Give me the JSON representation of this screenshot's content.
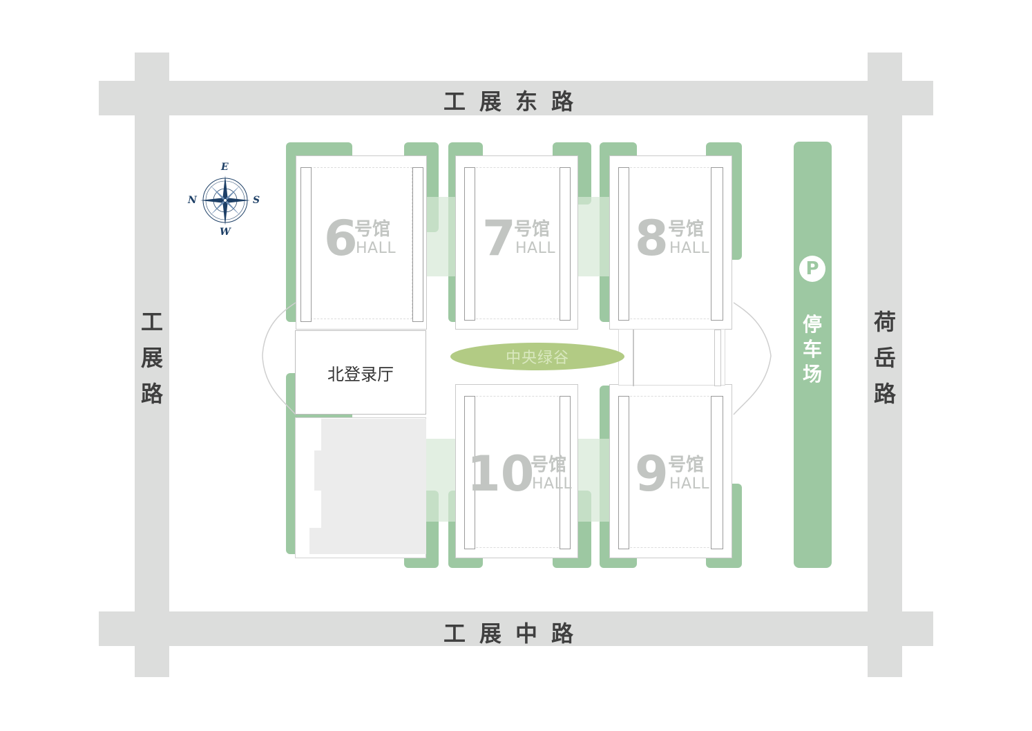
{
  "roads": {
    "top": "工展东路",
    "bottom": "工展中路",
    "left": "工展路",
    "right": "荷岳路"
  },
  "compass": {
    "top": "E",
    "left": "N",
    "right": "S",
    "bottom": "W"
  },
  "halls": [
    {
      "id": "6",
      "num": "6",
      "cn": "号馆",
      "en": "HALL"
    },
    {
      "id": "7",
      "num": "7",
      "cn": "号馆",
      "en": "HALL"
    },
    {
      "id": "8",
      "num": "8",
      "cn": "号馆",
      "en": "HALL"
    },
    {
      "id": "10",
      "num": "10",
      "cn": "号馆",
      "en": "HALL"
    },
    {
      "id": "9",
      "num": "9",
      "cn": "号馆",
      "en": "HALL"
    }
  ],
  "lobby": "北登录厅",
  "central_valley": "中央绿谷",
  "parking": {
    "symbol": "P",
    "label": [
      "停",
      "车",
      "场"
    ]
  },
  "colors": {
    "road": "#dcdddc",
    "green": "#9dc8a2",
    "valley": "#b2cb84",
    "hall_text": "#c2c5c2",
    "compass": "#1d3f66"
  }
}
